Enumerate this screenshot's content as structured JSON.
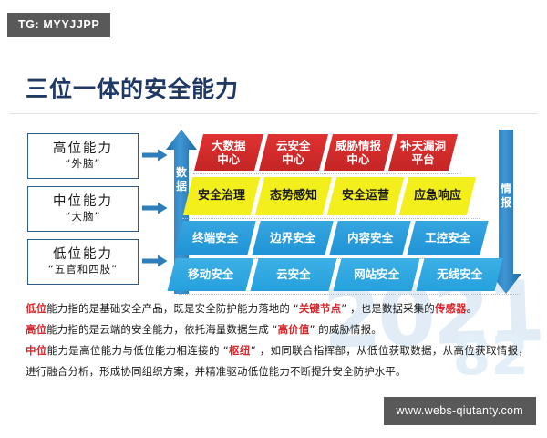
{
  "tag": {
    "label": "TG: MYYJJPP"
  },
  "title": "三位一体的安全能力",
  "capabilities": [
    {
      "name": "高位能力",
      "alias": "“外脑”"
    },
    {
      "name": "中位能力",
      "alias": "“大脑”"
    },
    {
      "name": "低位能力",
      "alias": "“五官和四肢”"
    }
  ],
  "arrows": {
    "up": {
      "label": "数据",
      "char_1": "数",
      "char_2": "据",
      "color": "#2e7ebc"
    },
    "down": {
      "label": "情报",
      "char_1": "情",
      "char_2": "报",
      "color": "#2e7ebc"
    },
    "small": [
      "arrow-right-icon",
      "arrow-right-icon",
      "arrow-right-icon"
    ]
  },
  "pyramid": {
    "rows": [
      {
        "tier": "high",
        "color": "#cf2b2b",
        "cells": [
          {
            "line1": "大数据",
            "line2": "中心"
          },
          {
            "line1": "云安全",
            "line2": "中心"
          },
          {
            "line1": "威胁情报",
            "line2": "中心"
          },
          {
            "line1": "补天漏洞",
            "line2": "平台"
          }
        ]
      },
      {
        "tier": "middle",
        "color": "#f2ef1d",
        "cells": [
          {
            "line1": "安全治理",
            "line2": ""
          },
          {
            "line1": "态势感知",
            "line2": ""
          },
          {
            "line1": "安全运营",
            "line2": ""
          },
          {
            "line1": "应急响应",
            "line2": ""
          }
        ]
      },
      {
        "tier": "low-1",
        "color": "#26a0dd",
        "cells": [
          {
            "line1": "终端安全",
            "line2": ""
          },
          {
            "line1": "边界安全",
            "line2": ""
          },
          {
            "line1": "内容安全",
            "line2": ""
          },
          {
            "line1": "工控安全",
            "line2": ""
          }
        ]
      },
      {
        "tier": "low-2",
        "color": "#26a0dd",
        "cells": [
          {
            "line1": "移动安全",
            "line2": ""
          },
          {
            "line1": "云安全",
            "line2": ""
          },
          {
            "line1": "网站安全",
            "line2": ""
          },
          {
            "line1": "无线安全",
            "line2": ""
          }
        ]
      }
    ]
  },
  "paragraphs": [
    {
      "parts": [
        {
          "t": "低位",
          "hl": true
        },
        {
          "t": "能力指的是基础安全产品，既是安全防护能力落地的 “",
          "hl": false
        },
        {
          "t": "关键节点",
          "hl": true
        },
        {
          "t": "” ，也是数据采集的",
          "hl": false
        },
        {
          "t": "传感器",
          "hl": true
        },
        {
          "t": "。",
          "hl": false
        }
      ]
    },
    {
      "parts": [
        {
          "t": "高位",
          "hl": true
        },
        {
          "t": "能力指的是云端的安全能力，依托海量数据生成 “",
          "hl": false
        },
        {
          "t": "高价值",
          "hl": true
        },
        {
          "t": "” 的威胁情报。",
          "hl": false
        }
      ]
    },
    {
      "parts": [
        {
          "t": "中位",
          "hl": true
        },
        {
          "t": "能力是高位能力与低位能力相连接的 “",
          "hl": false
        },
        {
          "t": "枢纽",
          "hl": true
        },
        {
          "t": "” ，如同联合指挥部，从低位获取数据，从高位获取情报，进行融合分析，形成协同组织方案，并精准驱动低位能力不断提升安全防护水平。",
          "hl": false
        }
      ]
    }
  ],
  "watermark": {
    "text": "2021",
    "text2": "82"
  },
  "footer": {
    "url": "www.webs-qiutanty.com"
  },
  "colors": {
    "title": "#1f3864",
    "accent_red": "#d9262a",
    "arrow_blue": "#2e7ebc",
    "tag_bg": "#595959"
  }
}
